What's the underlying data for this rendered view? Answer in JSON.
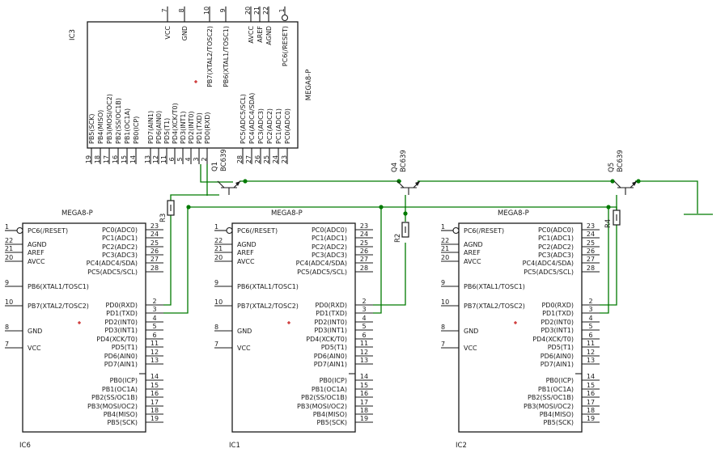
{
  "colors": {
    "wire": "#007a00",
    "ink": "#1a1a1a",
    "origin": "#c00000"
  },
  "ic3": {
    "name": "IC3",
    "value": "MEGA8-P",
    "top_pins": [
      {
        "num": "7",
        "label": "VCC"
      },
      {
        "num": "8",
        "label": "GND"
      },
      {
        "num": "10",
        "label": "PB7(XTAL2/TOSC2)"
      },
      {
        "num": "9",
        "label": "PB6(XTAL1/TOSC1)"
      },
      {
        "num": "20",
        "label": "AVCC"
      },
      {
        "num": "21",
        "label": "AREF"
      },
      {
        "num": "22",
        "label": "AGND"
      },
      {
        "num": "1",
        "label": "PC6(/RESET)"
      }
    ],
    "bottom_pins": [
      {
        "num": "19",
        "label": "PB5(SCK)"
      },
      {
        "num": "18",
        "label": "PB4(MISO)"
      },
      {
        "num": "17",
        "label": "PB3(MOSI/OC2)"
      },
      {
        "num": "16",
        "label": "PB2(SS/OC1B)"
      },
      {
        "num": "15",
        "label": "PB1(OC1A)"
      },
      {
        "num": "14",
        "label": "PB0(ICP)"
      },
      {
        "num": "13",
        "label": "PD7(AIN1)"
      },
      {
        "num": "12",
        "label": "PD6(AIN0)"
      },
      {
        "num": "11",
        "label": "PD5(T1)"
      },
      {
        "num": "6",
        "label": "PD4(XCK/T0)"
      },
      {
        "num": "5",
        "label": "PD3(INT1)"
      },
      {
        "num": "4",
        "label": "PD2(INT0)"
      },
      {
        "num": "3",
        "label": "PD1(TXD)"
      },
      {
        "num": "2",
        "label": "PD0(RXD)"
      },
      {
        "num": "28",
        "label": "PC5(ADC5/SCL)"
      },
      {
        "num": "27",
        "label": "PC4(ADC4/SDA)"
      },
      {
        "num": "26",
        "label": "PC3(ADC3)"
      },
      {
        "num": "25",
        "label": "PC2(ADC2)"
      },
      {
        "num": "24",
        "label": "PC1(ADC1)"
      },
      {
        "num": "23",
        "label": "PC0(ADC0)"
      }
    ]
  },
  "ic_left_pins": [
    {
      "num": "1",
      "label": "PC6(/RESET)",
      "inv": true
    },
    {
      "num": "22",
      "label": "AGND"
    },
    {
      "num": "21",
      "label": "AREF"
    },
    {
      "num": "20",
      "label": "AVCC"
    },
    {
      "num": "9",
      "label": "PB6(XTAL1/TOSC1)"
    },
    {
      "num": "10",
      "label": "PB7(XTAL2/TOSC2)"
    },
    {
      "num": "8",
      "label": "GND"
    },
    {
      "num": "7",
      "label": "VCC"
    }
  ],
  "ic_right_pins": [
    {
      "num": "23",
      "label": "PC0(ADC0)"
    },
    {
      "num": "24",
      "label": "PC1(ADC1)"
    },
    {
      "num": "25",
      "label": "PC2(ADC2)"
    },
    {
      "num": "26",
      "label": "PC3(ADC3)"
    },
    {
      "num": "27",
      "label": "PC4(ADC4/SDA)"
    },
    {
      "num": "28",
      "label": "PC5(ADC5/SCL)"
    },
    {
      "num": "2",
      "label": "PD0(RXD)"
    },
    {
      "num": "3",
      "label": "PD1(TXD)"
    },
    {
      "num": "4",
      "label": "PD2(INT0)"
    },
    {
      "num": "5",
      "label": "PD3(INT1)"
    },
    {
      "num": "6",
      "label": "PD4(XCK/T0)"
    },
    {
      "num": "11",
      "label": "PD5(T1)"
    },
    {
      "num": "12",
      "label": "PD6(AIN0)"
    },
    {
      "num": "13",
      "label": "PD7(AIN1)"
    },
    {
      "num": "14",
      "label": "PB0(ICP)"
    },
    {
      "num": "15",
      "label": "PB1(OC1A)"
    },
    {
      "num": "16",
      "label": "PB2(SS/OC1B)"
    },
    {
      "num": "17",
      "label": "PB3(MOSI/OC2)"
    },
    {
      "num": "18",
      "label": "PB4(MISO)"
    },
    {
      "num": "19",
      "label": "PB5(SCK)"
    }
  ],
  "chips": [
    {
      "name": "IC6",
      "value": "MEGA8-P"
    },
    {
      "name": "IC1",
      "value": "MEGA8-P"
    },
    {
      "name": "IC2",
      "value": "MEGA8-P"
    }
  ],
  "transistors": [
    {
      "name": "Q1",
      "value": "BC639"
    },
    {
      "name": "Q4",
      "value": "BC639"
    },
    {
      "name": "Q5",
      "value": "BC639"
    }
  ],
  "resistors": [
    {
      "name": "R3"
    },
    {
      "name": "R2"
    },
    {
      "name": "R4"
    }
  ]
}
